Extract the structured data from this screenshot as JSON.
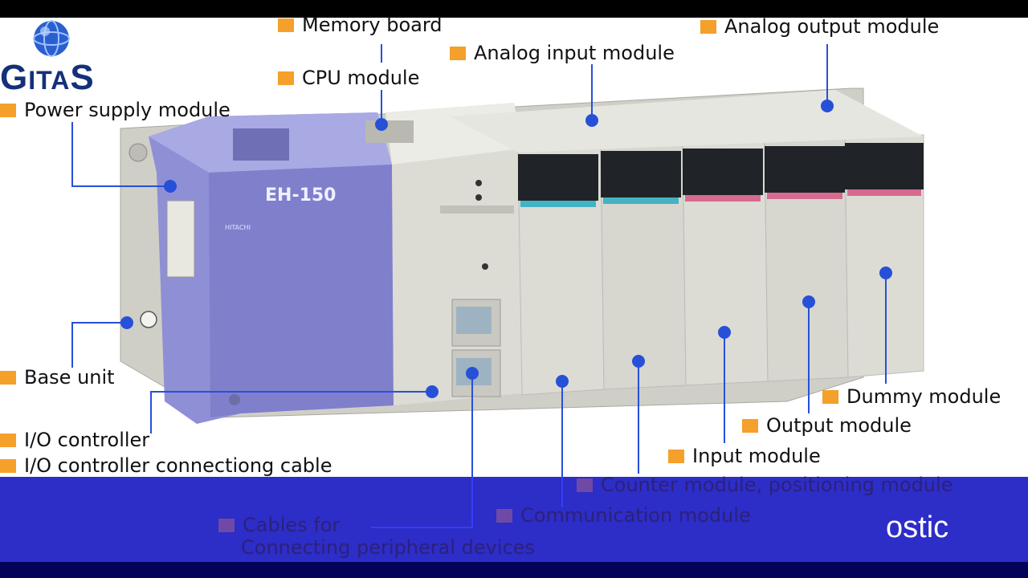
{
  "brand": {
    "logo_text_big_1": "G",
    "logo_text_small": "ITA",
    "logo_text_big_2": "S"
  },
  "panel": {
    "model_label": "EH-150",
    "maker_label": "HITACHI"
  },
  "labels": {
    "memory_board": "Memory board",
    "cpu_module": "CPU module",
    "analog_input_module": "Analog input module",
    "analog_output_module": "Analog output module",
    "power_supply_module": "Power supply module",
    "base_unit": "Base unit",
    "io_controller": "I/O controller",
    "io_controller_cable": "I/O controller connectiong cable",
    "cables_for": "Cables for",
    "connecting_peripheral": "Connecting peripheral devices",
    "communication_module": "Communication module",
    "counter_module": "Counter  module, positioning module",
    "input_module": "Input module",
    "output_module": "Output module",
    "dummy_module": "Dummy  module"
  },
  "caption": "ostic",
  "colors": {
    "orange_marker": "#f4a02a",
    "purple_marker": "#7b4fa0",
    "leader_line": "#2750d8",
    "power_module": "#8e8ed4",
    "module_body": "#dadad2",
    "bottom_band": "#3a3aff",
    "bottom_bar": "#03035a"
  }
}
